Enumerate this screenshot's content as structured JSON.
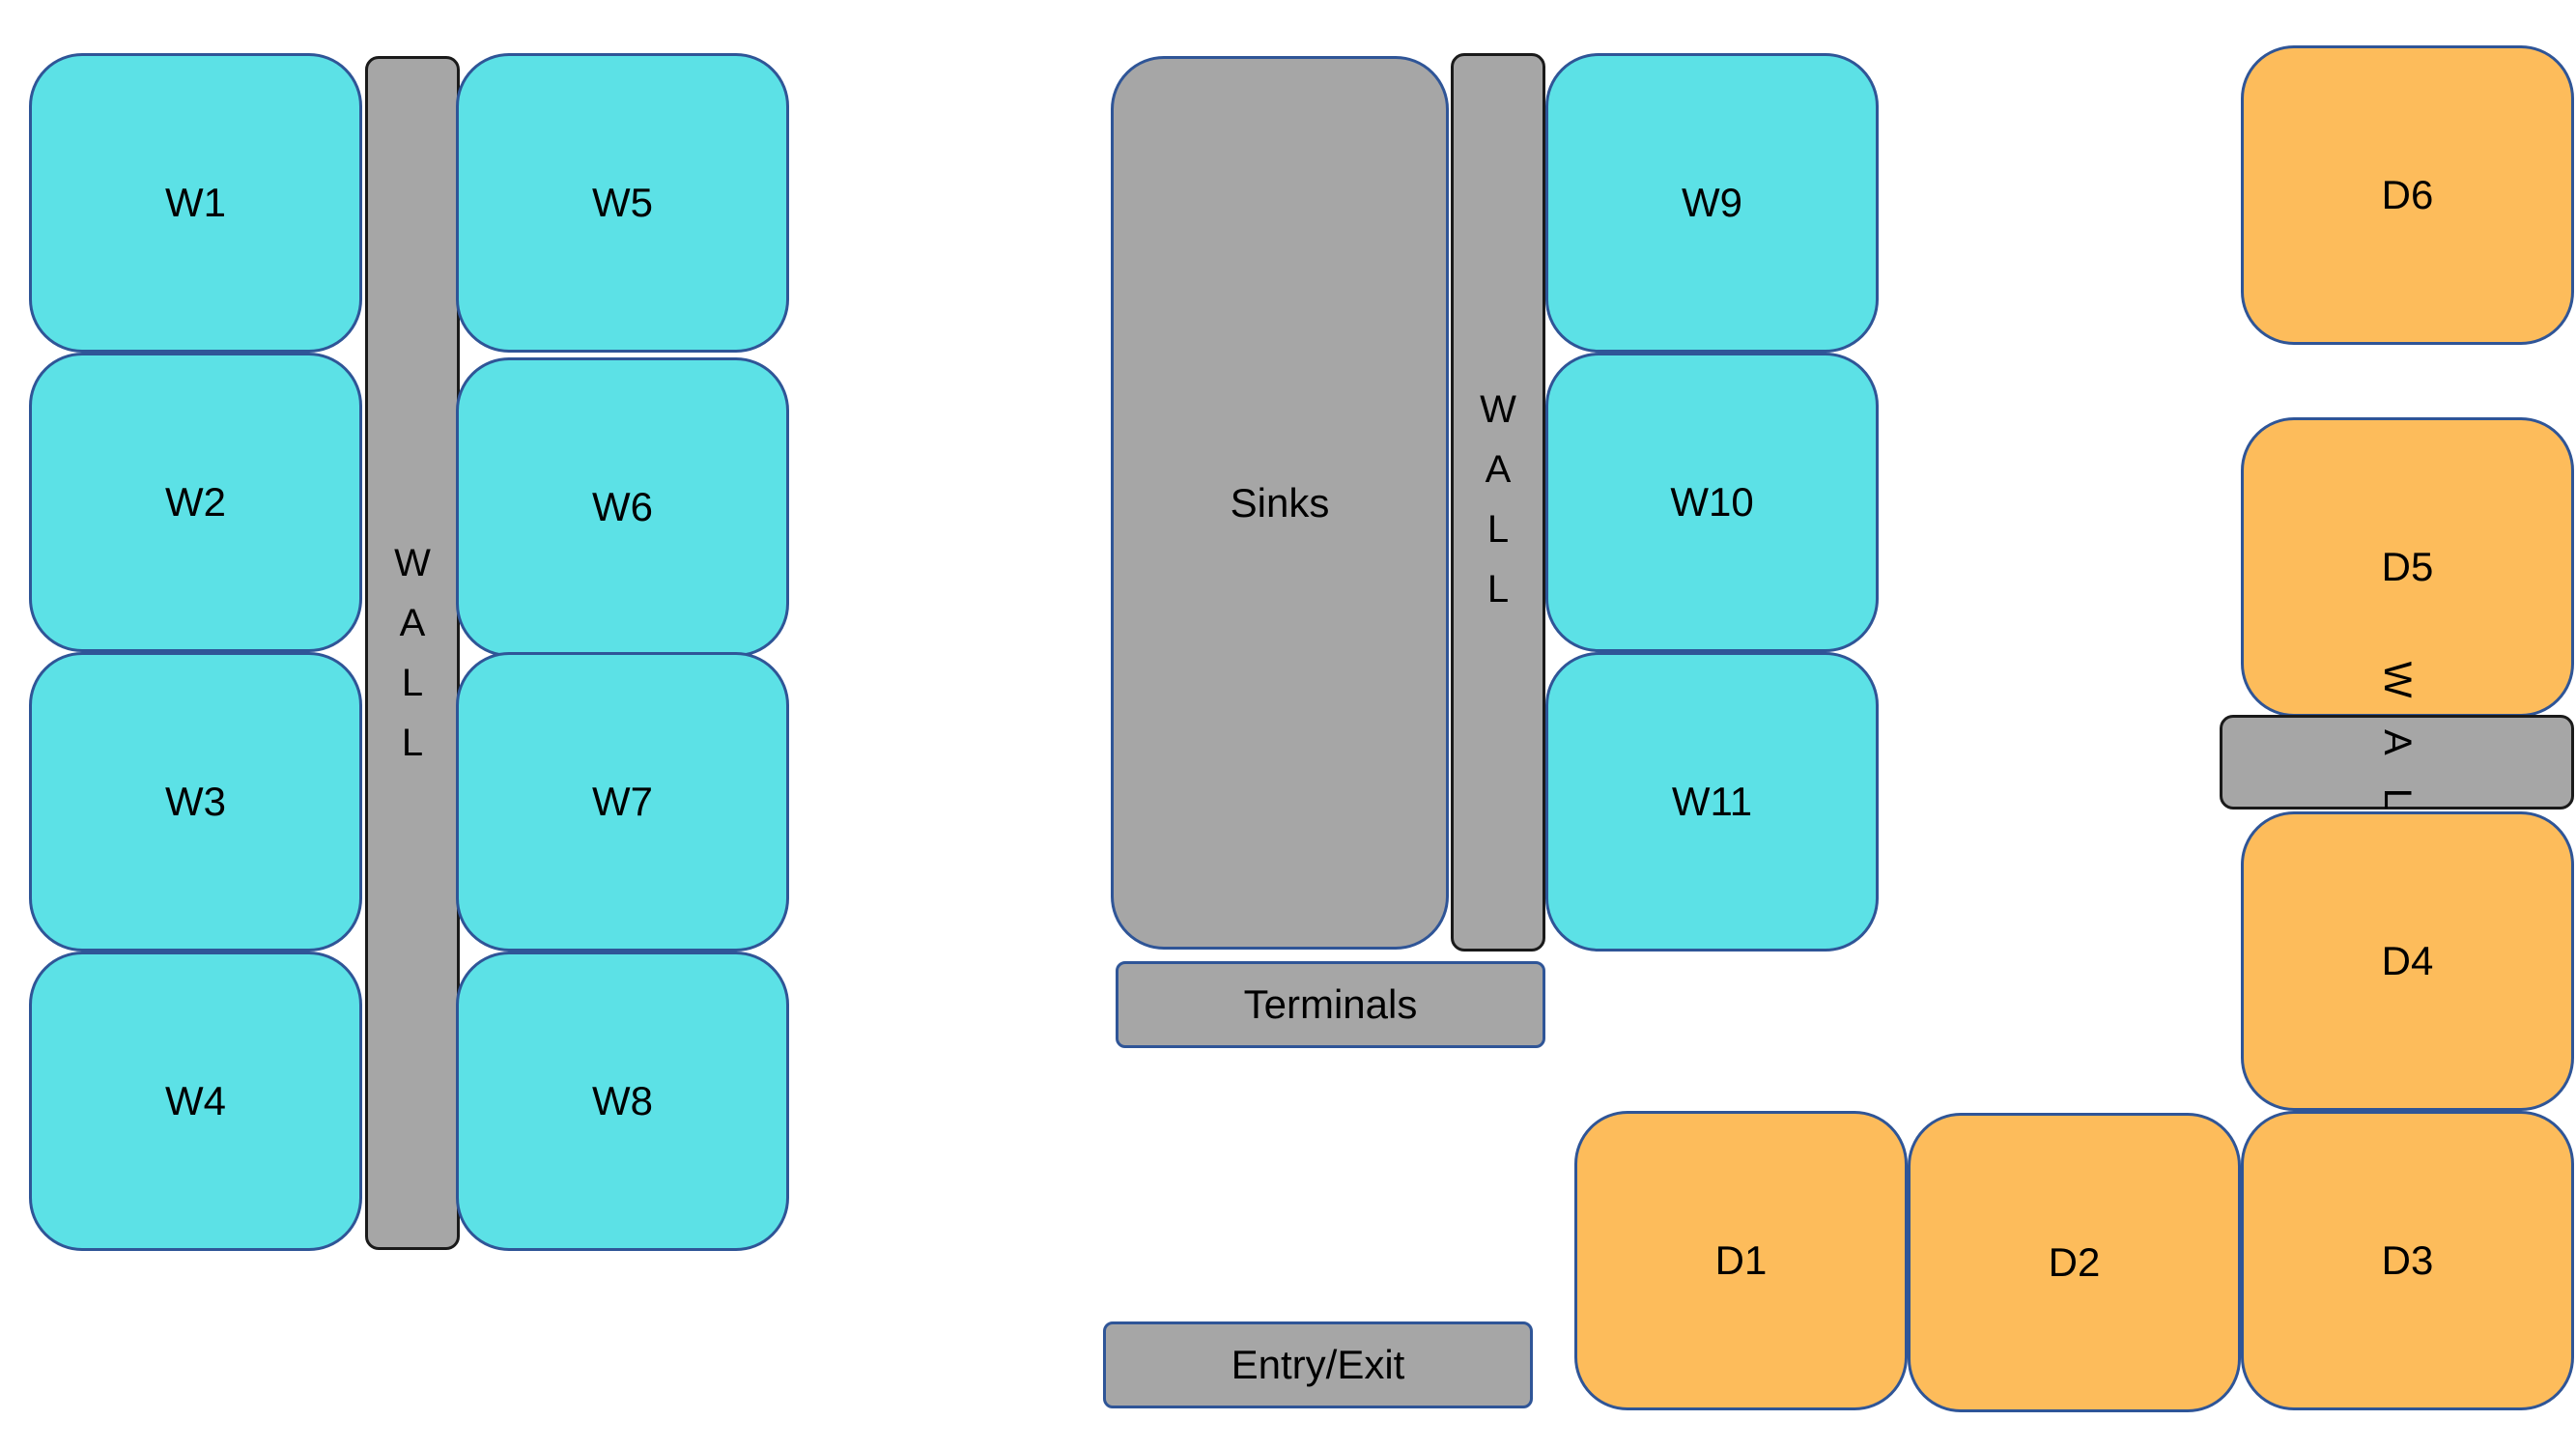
{
  "workstations": {
    "w1": "W1",
    "w2": "W2",
    "w3": "W3",
    "w4": "W4",
    "w5": "W5",
    "w6": "W6",
    "w7": "W7",
    "w8": "W8",
    "w9": "W9",
    "w10": "W10",
    "w11": "W11"
  },
  "desks": {
    "d1": "D1",
    "d2": "D2",
    "d3": "D3",
    "d4": "D4",
    "d5": "D5",
    "d6": "D6"
  },
  "fixtures": {
    "sinks": "Sinks",
    "terminals": "Terminals",
    "entry_exit": "Entry/Exit"
  },
  "walls": {
    "letters": [
      "W",
      "A",
      "L",
      "L"
    ]
  },
  "colors": {
    "workstation_fill": "#5ce1e6",
    "desk_fill": "#fdbc5b",
    "fixture_fill": "#a6a6a6",
    "outline": "#2f5597"
  }
}
